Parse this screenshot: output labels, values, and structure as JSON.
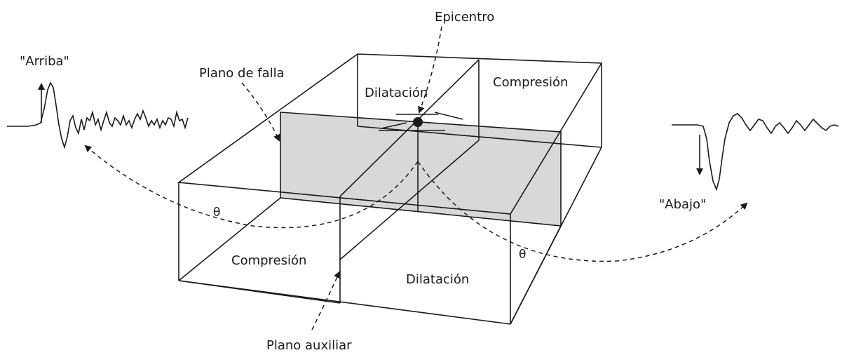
{
  "labels": {
    "epicentro": "Epicentro",
    "plano_falla": "Plano de falla",
    "arriba": "\"Arriba\"",
    "abajo": "\"Abajo\"",
    "dilatacion_top": "Dilatación",
    "compresion_top": "Compresión",
    "compresion_front": "Compresión",
    "dilatacion_front": "Dilatación",
    "plano_auxiliar": "Plano auxiliar",
    "theta_left": "θ",
    "theta_right": "θ"
  },
  "colors": {
    "line": "#1a1a1a",
    "fault_plane_fill": "#d8d8d8"
  },
  "icons": {
    "arrow_up": "arrow-up-icon",
    "arrow_down": "arrow-down-icon",
    "epicenter_dot": "epicenter-dot-icon"
  }
}
